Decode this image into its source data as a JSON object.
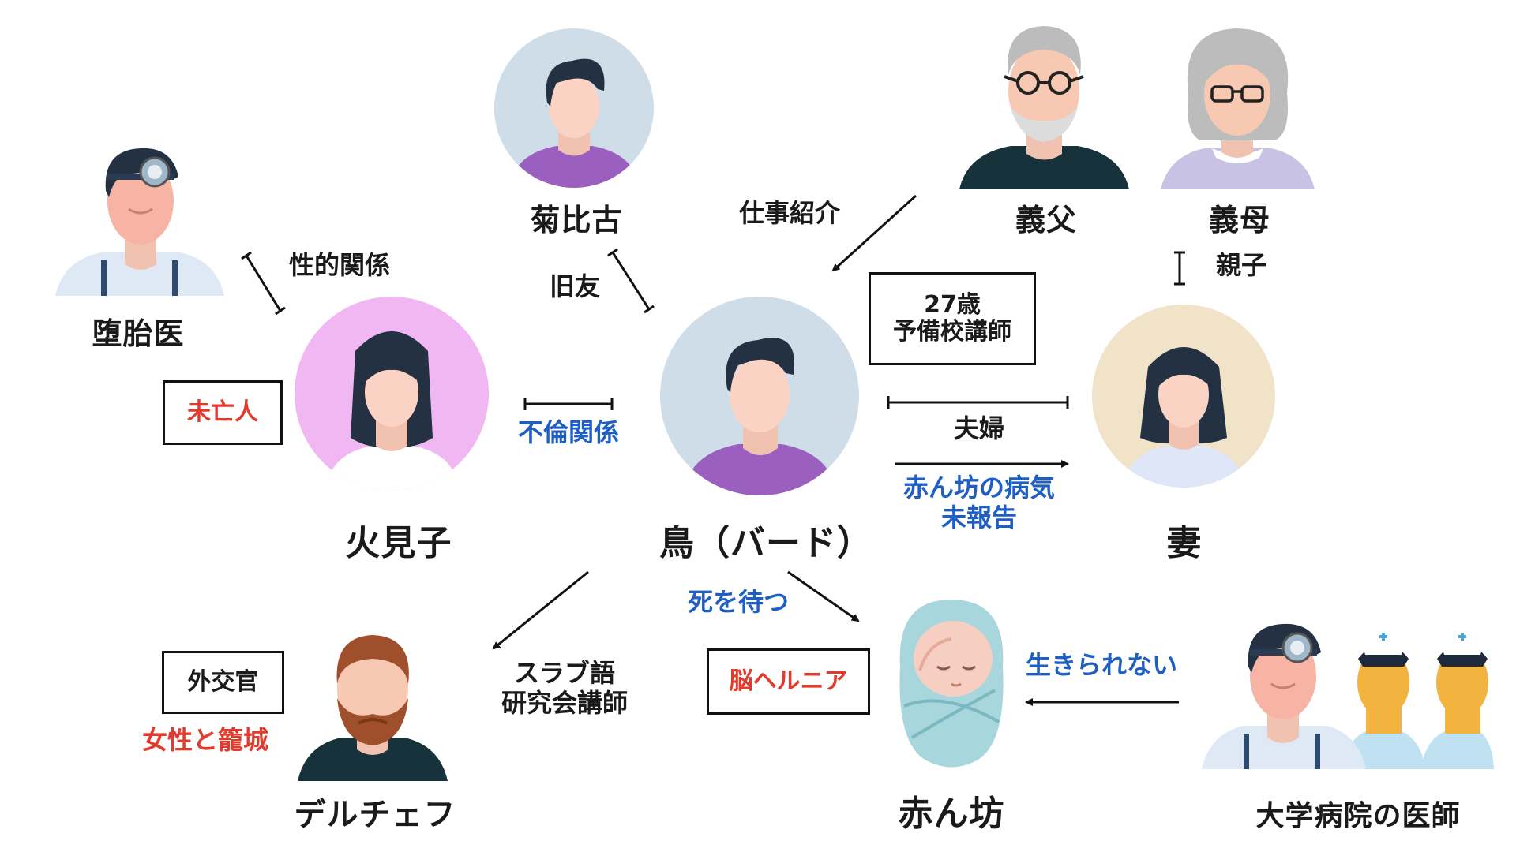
{
  "people": {
    "bird": "鳥（バード）",
    "kikuhiko": "菊比古",
    "father_in_law": "義父",
    "mother_in_law": "義母",
    "abortion_doctor": "堕胎医",
    "himiko": "火見子",
    "wife": "妻",
    "delchef": "デルチェフ",
    "baby": "赤ん坊",
    "university_doctors": "大学病院の医師"
  },
  "relations": {
    "job_intro": "仕事紹介",
    "old_friend": "旧友",
    "sexual": "性的関係",
    "affair": "不倫関係",
    "parent_child": "親子",
    "married": "夫婦",
    "illness_unreported_1": "赤ん坊の病気",
    "illness_unreported_2": "未報告",
    "await_death": "死を待つ",
    "slavic_1": "スラブ語",
    "slavic_2": "研究会講師",
    "cannot_live": "生きられない",
    "women_confined": "女性と籠城"
  },
  "boxes": {
    "bird_age": "27歳",
    "bird_job": "予備校講師",
    "widow": "未亡人",
    "diplomat": "外交官",
    "brain_hernia": "脳ヘルニア"
  },
  "colors": {
    "blue_text": "#1f5fc4",
    "red_text": "#e23b2e",
    "bird_bg": "#cfdde9",
    "himiko_bg": "#f0b7f2",
    "wife_bg": "#f0e3c8",
    "purple_shirt": "#9b5fc0"
  }
}
